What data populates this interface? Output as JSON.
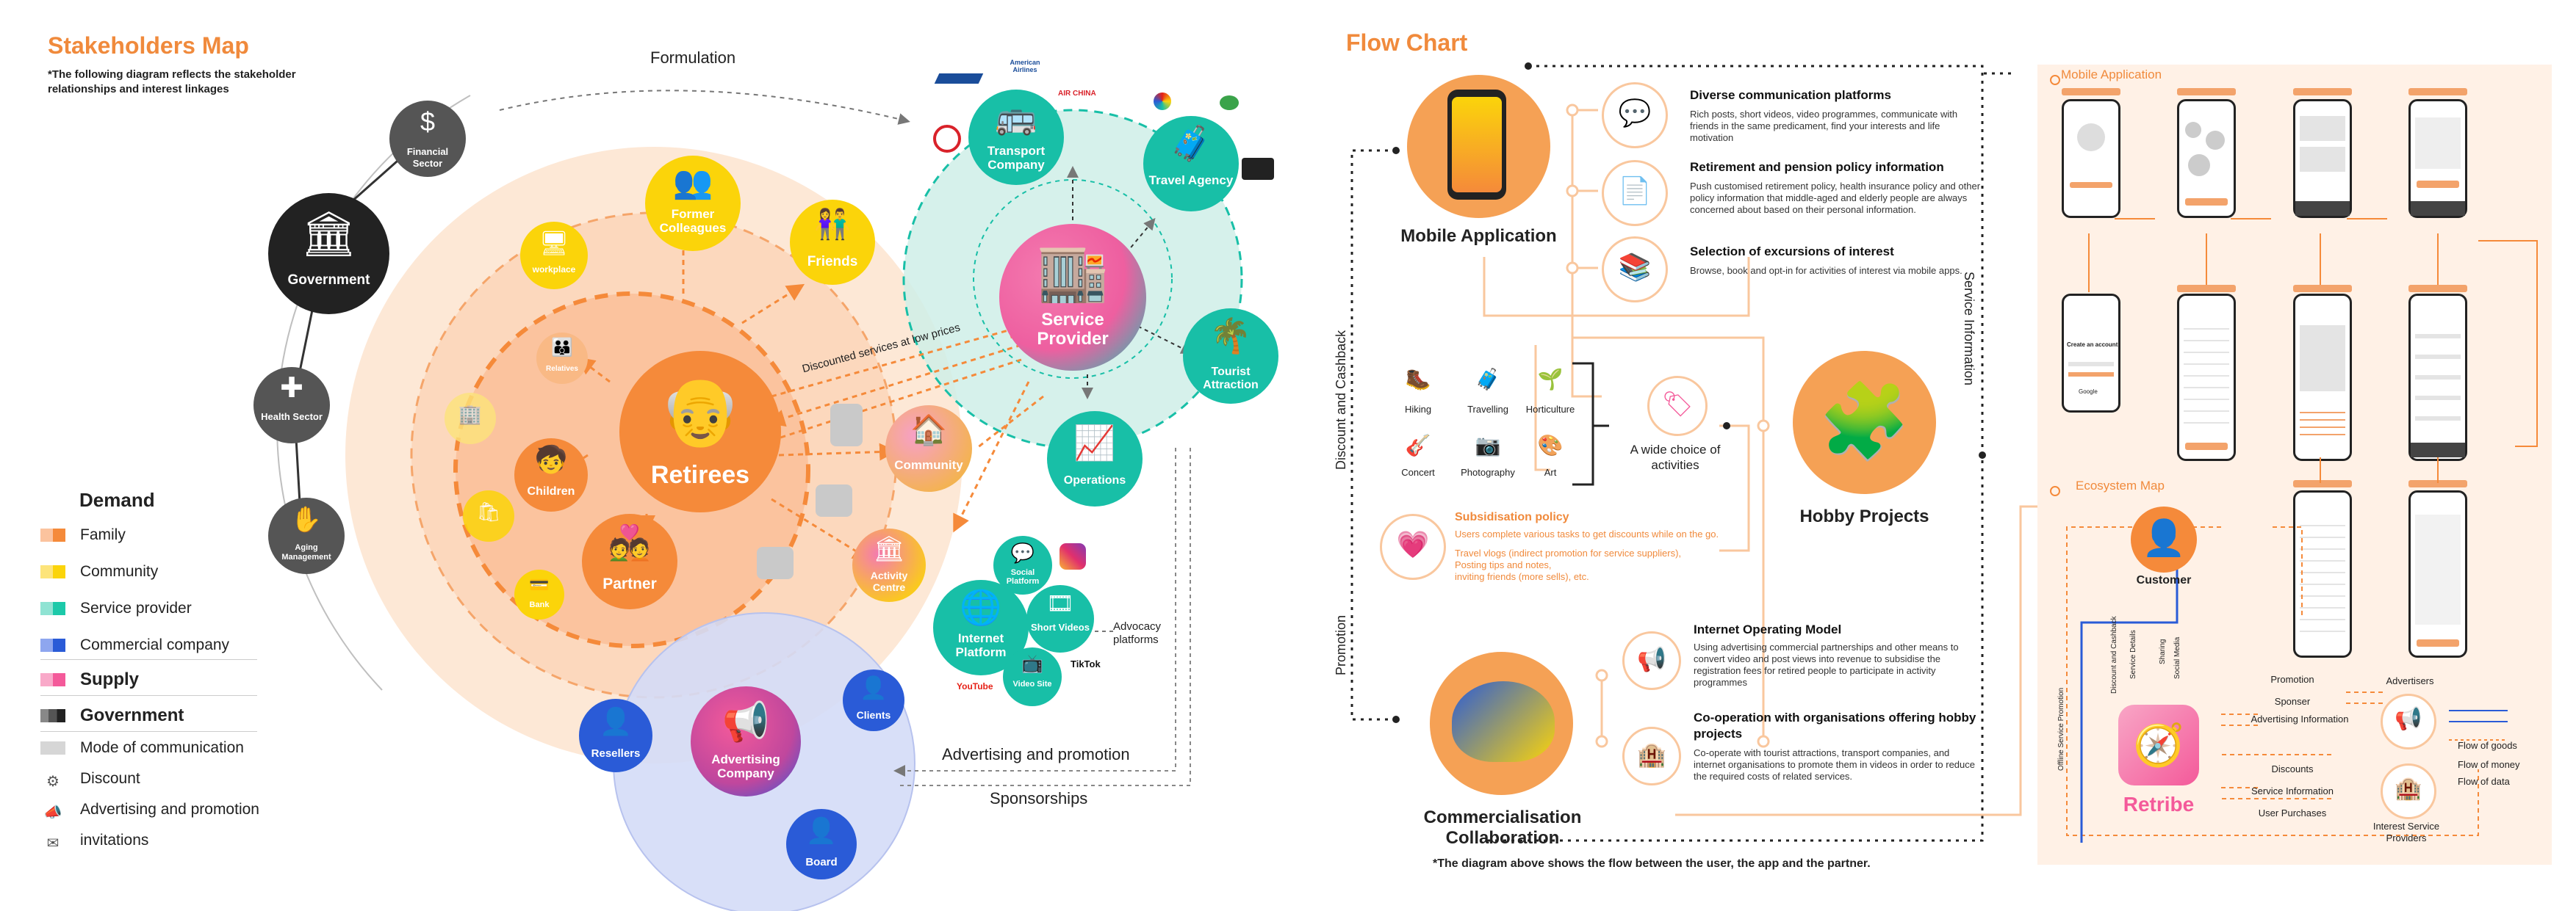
{
  "left": {
    "title": "Stakeholders Map",
    "note": "*The following diagram reflects the stakeholder relationships and interest linkages",
    "nodes": {
      "financial": "Financial Sector",
      "government": "Government",
      "health": "Health Sector",
      "aging": "Aging Management",
      "retirees": "Retirees",
      "former": "Former Colleagues",
      "friends": "Friends",
      "workplace": "workplace",
      "relatives": "Relatives",
      "children": "Children",
      "partner": "Partner",
      "community": "Community",
      "activity": "Activity Centre",
      "transport": "Transport Company",
      "travel": "Travel Agency",
      "service": "Service Provider",
      "tourist": "Tourist Attraction",
      "operations": "Operations",
      "internet": "Internet Platform",
      "social": "Social Platform",
      "short": "Short Videos",
      "video": "Video Site",
      "advertising": "Advertising Company",
      "resellers": "Resellers",
      "clients": "Clients",
      "board": "Board",
      "bank": "Bank",
      "youtube": "YouTube",
      "tiktok": "TikTok"
    },
    "annotations": {
      "formulation": "Formulation",
      "discounted": "Discounted services at low prices",
      "advocacy": "Advocacy platforms",
      "adv_promo": "Advertising and promotion",
      "sponsorships": "Sponsorships"
    },
    "logos": {
      "american": "American Airlines",
      "airchina": "AIR CHINA"
    },
    "legend": {
      "demand": "Demand",
      "family": "Family",
      "community": "Community",
      "service": "Service provider",
      "commercial": "Commercial company",
      "supply": "Supply",
      "government": "Government",
      "mode": "Mode of communication",
      "discount": "Discount",
      "advpromo": "Advertising and promotion",
      "invitations": "invitations"
    },
    "colors": {
      "family": "#f58a3a",
      "community": "#fbd40a",
      "service": "#1cc9a9",
      "commercial": "#2a5bd7",
      "supply": "#f45a9a",
      "government": "#333333"
    }
  },
  "right": {
    "title": "Flow Chart",
    "note": "*The diagram above shows the flow between the user, the app and the partner.",
    "mobile_app": "Mobile Application",
    "hobby": "Hobby Projects",
    "commercial": "Commercialisation Collaboration",
    "side_labels": {
      "discount": "Discount and Cashback",
      "promotion": "Promotion",
      "service_info": "Service Information"
    },
    "features": [
      {
        "title": "Diverse communication platforms",
        "body": "Rich posts, short videos, video programmes, communicate with friends in the same predicament, find your interests and life motivation"
      },
      {
        "title": "Retirement and pension policy information",
        "body": "Push customised retirement policy, health insurance policy and other policy information that middle-aged and elderly people are always concerned about based on their personal information."
      },
      {
        "title": "Selection of excursions of interest",
        "body": "Browse, book and opt-in for activities of interest via mobile apps."
      }
    ],
    "activities": [
      "Hiking",
      "Travelling",
      "Horticulture",
      "Concert",
      "Photography",
      "Art"
    ],
    "activities_caption": "A wide choice of activities",
    "subsidy": {
      "title": "Subsidisation policy",
      "line1": "Users complete various tasks to get discounts while on the go.",
      "line2": "Travel vlogs (indirect promotion for service suppliers),",
      "line3": "Posting tips and notes,",
      "line4": "inviting friends (more sells), etc."
    },
    "models": [
      {
        "title": "Internet Operating Model",
        "body": "Using advertising commercial partnerships and other means to convert video and post views into revenue to subsidise the registration fees for retired people to participate in activity programmes"
      },
      {
        "title": "Co-operation with organisations offering hobby projects",
        "body": "Co-operate with tourist attractions, transport companies, and internet organisations to promote them in videos in order to reduce the required costs of related services."
      }
    ],
    "panel": {
      "mobile_app": "Mobile Application",
      "ecosystem": "Ecosystem Map",
      "customer": "Customer",
      "retribe": "Retribe",
      "advertisers": "Advertisers",
      "interest": "Interest Service Providers",
      "vertical_labels": [
        "Discount and Cashback",
        "Service Details",
        "Sharing",
        "Social Media",
        "Offline Service Promotion"
      ],
      "flows": [
        "Promotion",
        "Sponser",
        "Advertising Information",
        "Discounts",
        "Service Information",
        "User Purchases"
      ],
      "legend": [
        "Flow of goods",
        "Flow of money",
        "Flow of data"
      ],
      "phone_text": {
        "create": "Create an account",
        "google": "Google"
      }
    }
  }
}
